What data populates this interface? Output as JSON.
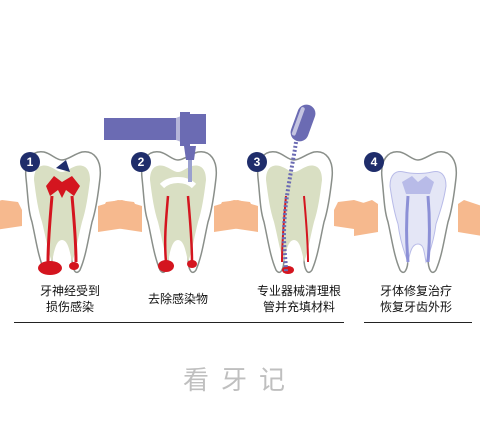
{
  "steps": [
    {
      "number": "1",
      "caption_line1": "牙神经受到",
      "caption_line2": "损伤感染"
    },
    {
      "number": "2",
      "caption_line1": "去除感染物",
      "caption_line2": ""
    },
    {
      "number": "3",
      "caption_line1": "专业器械清理根",
      "caption_line2": "管并充填材料"
    },
    {
      "number": "4",
      "caption_line1": "牙体修复治疗",
      "caption_line2": "恢复牙齿外形"
    }
  ],
  "watermark": "看牙记",
  "colors": {
    "gum": "#f6b98e",
    "crown": "#ffffff",
    "dentin": "#d9dfc3",
    "outline": "#8a8f8a",
    "infection": "#d4151f",
    "instrument": "#6b6bb3",
    "badge": "#1f2d6b",
    "filling": "#b8bbe8"
  }
}
